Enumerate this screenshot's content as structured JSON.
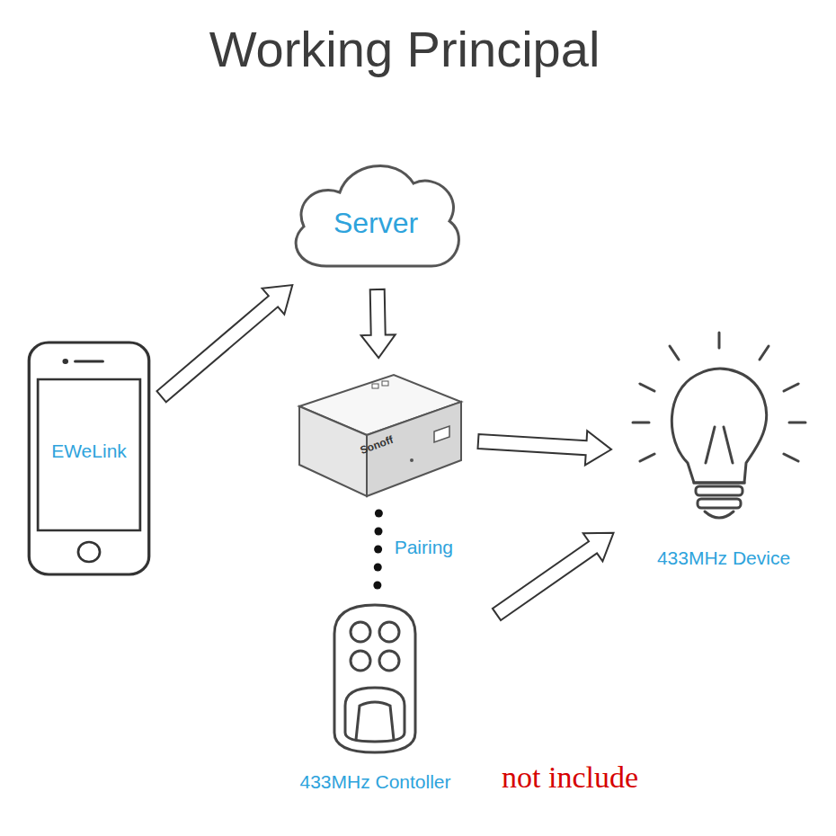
{
  "diagram": {
    "title": "Working Principal",
    "nodes": [
      {
        "text": [
          "EWeLink"
        ]
      },
      {
        "text": [
          "Server"
        ]
      },
      {
        "text": [
          "Sonoff"
        ]
      },
      {
        "text": [
          "433MHz Device"
        ]
      },
      {
        "text": [
          "433MHz Contoller"
        ]
      }
    ],
    "edges": [
      {
        "from": 0,
        "to": 1,
        "arrow": "to"
      },
      {
        "from": 1,
        "to": 2,
        "arrow": "to"
      },
      {
        "from": 2,
        "to": 3,
        "arrow": "to"
      },
      {
        "from": 4,
        "to": 3,
        "arrow": "to"
      },
      {
        "from": 2,
        "to": 4,
        "label": "Pairing",
        "arrow": "none"
      }
    ],
    "labels": [
      "not include"
    ]
  }
}
